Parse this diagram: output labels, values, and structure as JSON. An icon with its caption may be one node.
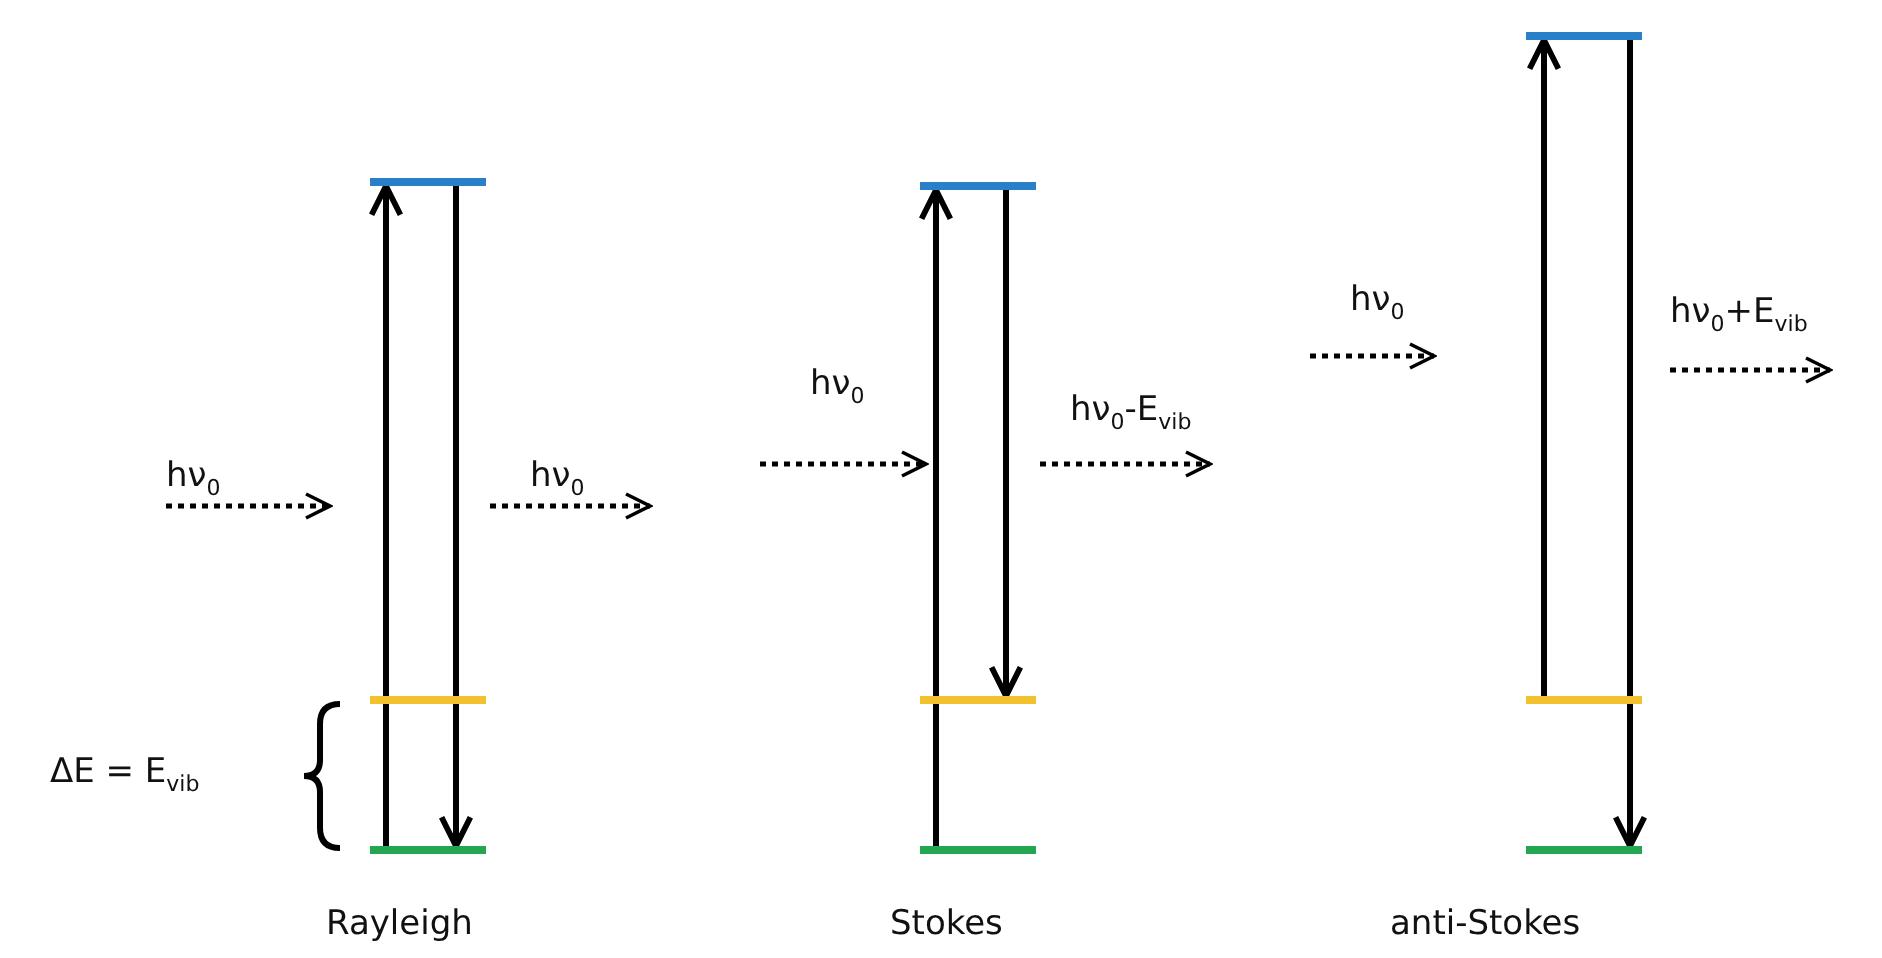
{
  "diagram": {
    "nodes": [
      {
        "text": [],
        "shape": "bar"
      },
      {
        "text": [],
        "shape": "bar"
      },
      {
        "text": [],
        "shape": "bar"
      },
      {
        "text": [],
        "shape": "bar"
      },
      {
        "text": [],
        "shape": "bar"
      },
      {
        "text": [],
        "shape": "bar"
      },
      {
        "text": [],
        "shape": "bar"
      },
      {
        "text": [],
        "shape": "bar"
      },
      {
        "text": [],
        "shape": "bar"
      }
    ],
    "edges": [
      {
        "from": 2,
        "to": 0,
        "arrow": "to"
      },
      {
        "from": 0,
        "to": 2,
        "arrow": "to"
      },
      {
        "from": 5,
        "to": 3,
        "arrow": "to"
      },
      {
        "from": 3,
        "to": 4,
        "arrow": "to"
      },
      {
        "from": 7,
        "to": 6,
        "arrow": "to"
      },
      {
        "from": 6,
        "to": 8,
        "arrow": "to"
      }
    ],
    "labels": [
      "hν$_{0}$",
      "hν$_{0}$",
      "ΔE = E$_{vib}$",
      "Rayleigh",
      "hν$_{0}$",
      "hν$_{0}$-E$_{vib}$",
      "Stokes",
      "hν$_{0}$",
      "hν$_{0}$+E$_{vib}$",
      "anti-Stokes"
    ]
  }
}
